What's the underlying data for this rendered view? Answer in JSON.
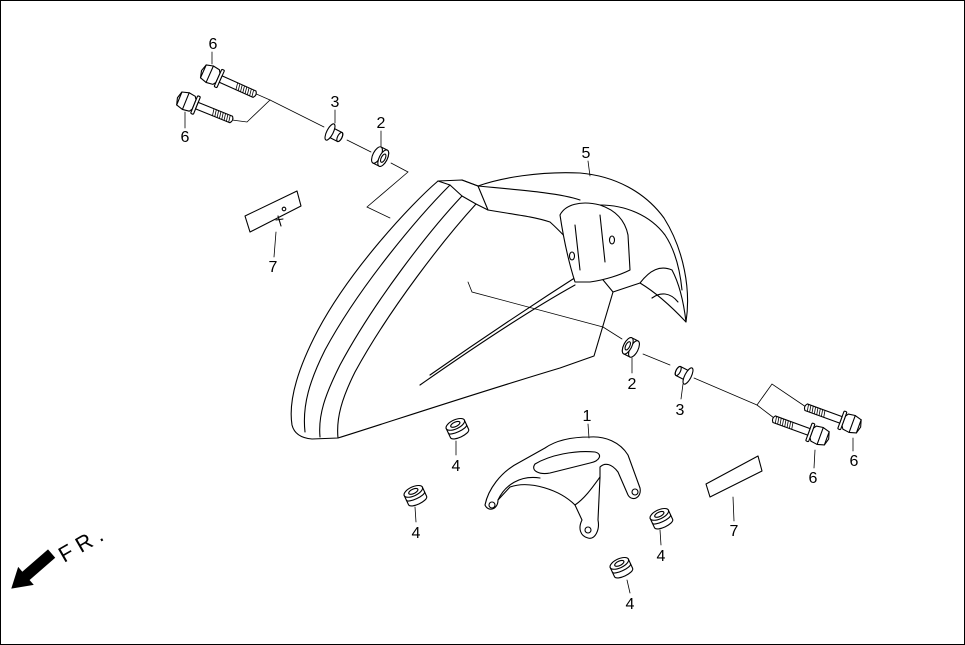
{
  "diagram": {
    "callouts": [
      "6",
      "6",
      "3",
      "2",
      "5",
      "7",
      "2",
      "3",
      "1",
      "4",
      "6",
      "6",
      "4",
      "7",
      "4",
      "4"
    ],
    "direction_label": "FR."
  },
  "colors": {
    "line": "#000000",
    "background": "#ffffff"
  }
}
